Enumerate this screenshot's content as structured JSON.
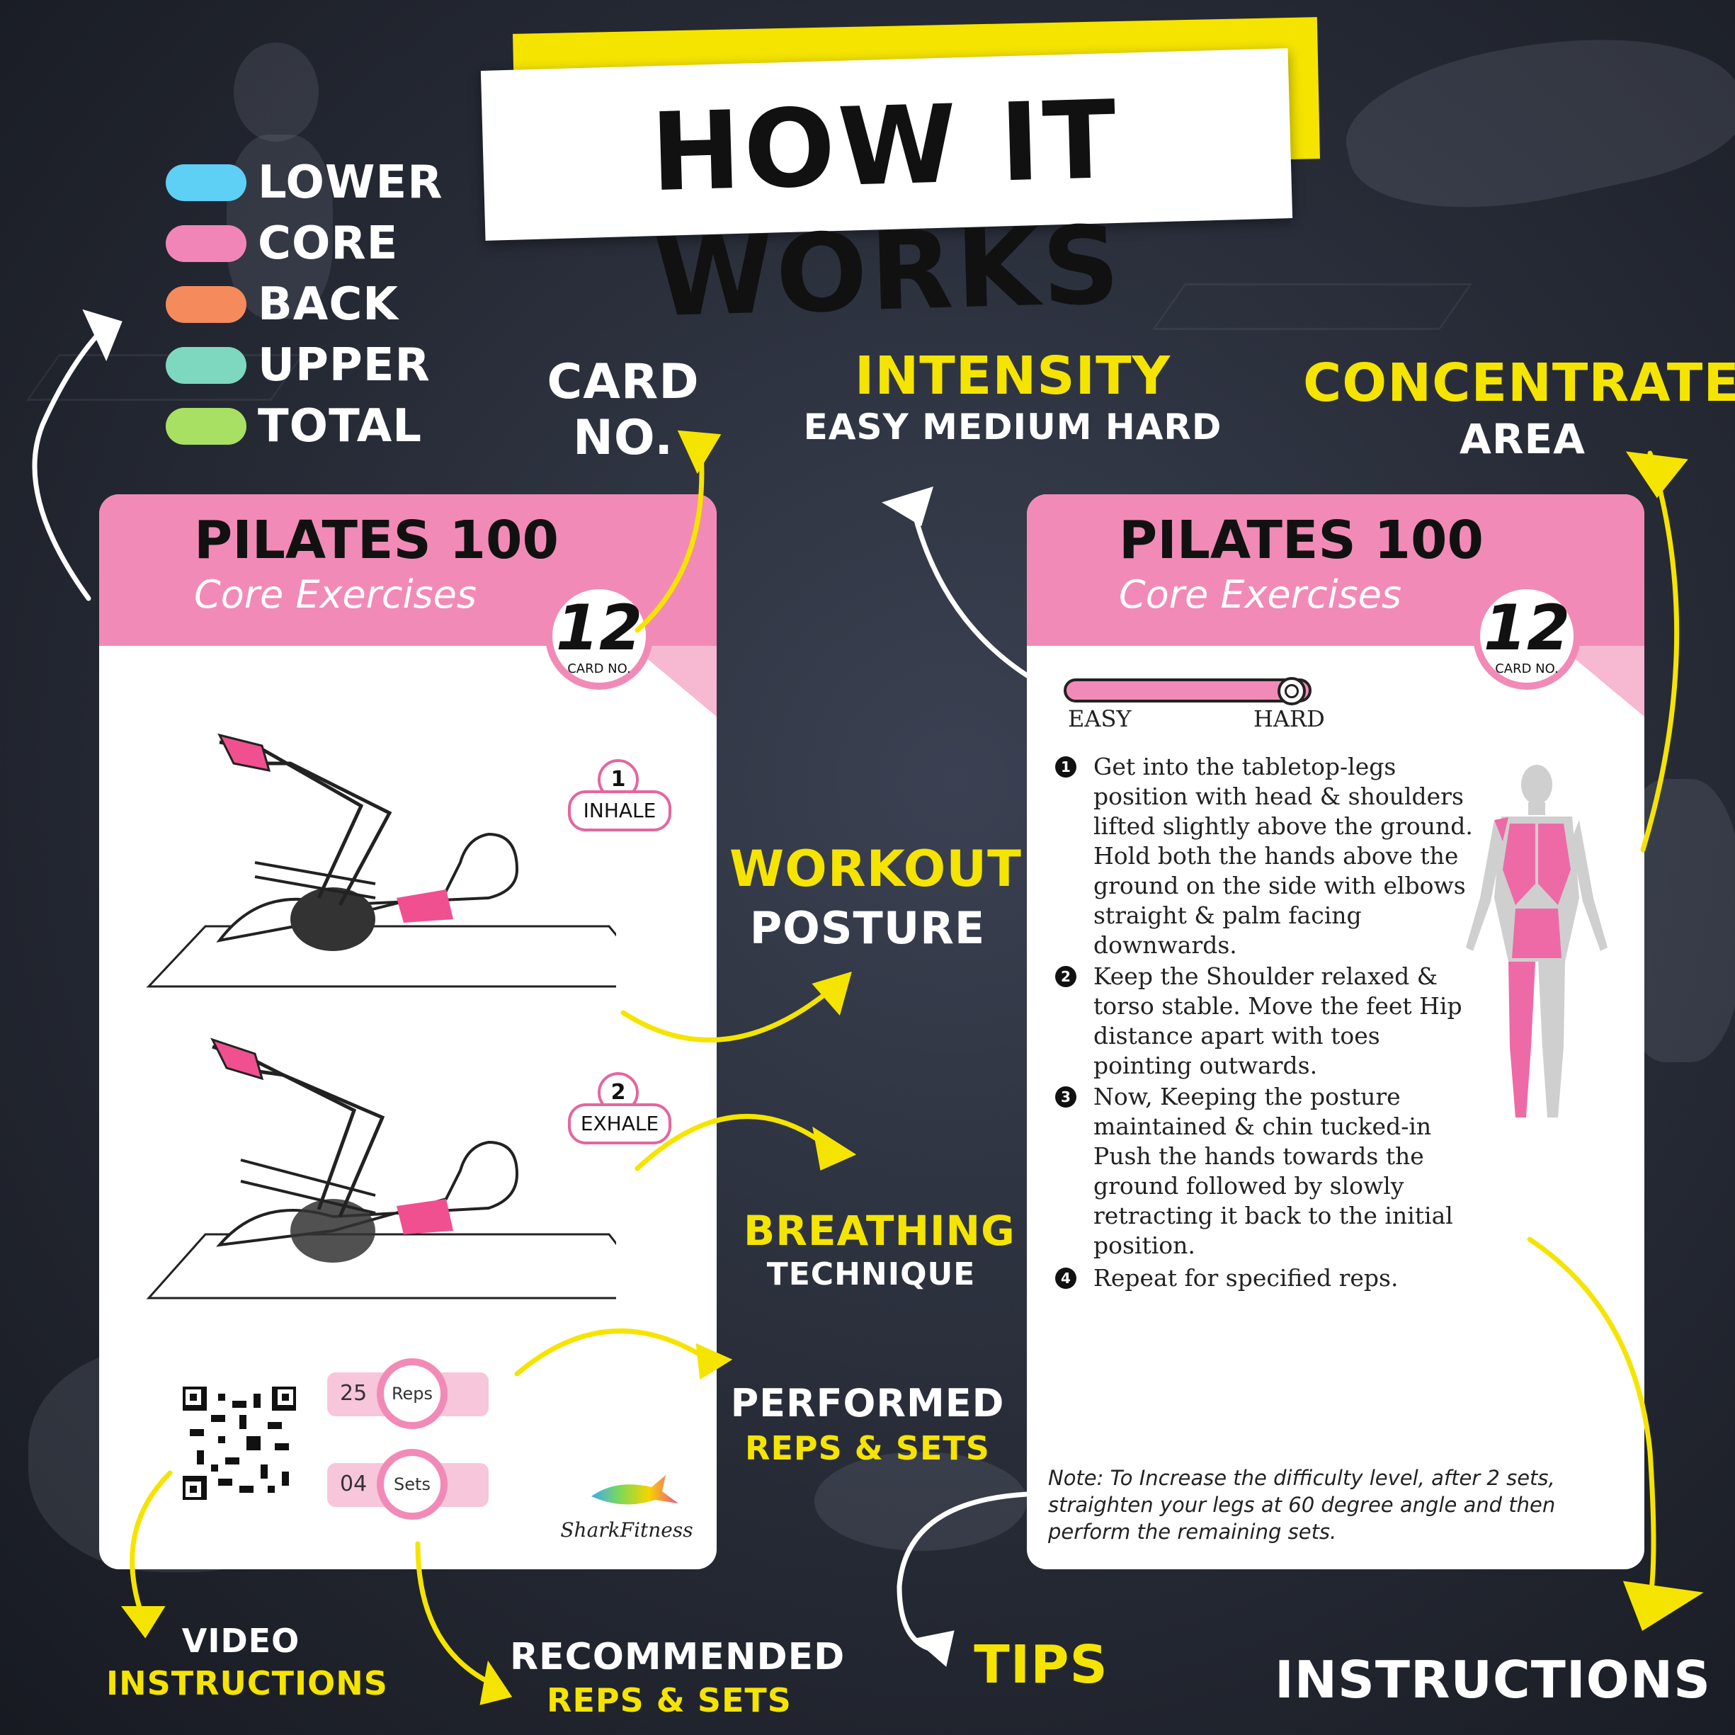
{
  "title": "HOW IT WORKS",
  "legend": [
    {
      "label": "LOWER",
      "color": "#5ecff5"
    },
    {
      "label": "CORE",
      "color": "#f285b8"
    },
    {
      "label": "BACK",
      "color": "#f58a5c"
    },
    {
      "label": "UPPER",
      "color": "#7dd8bf"
    },
    {
      "label": "TOTAL",
      "color": "#a8e063"
    }
  ],
  "colors": {
    "accent": "#f28ab7",
    "highlight": "#f5e400"
  },
  "annotations": {
    "card_no": "CARD NO.",
    "intensity": "INTENSITY",
    "intensity_levels": "EASY MEDIUM HARD",
    "concentrated": "CONCENTRATED",
    "area": "AREA",
    "workout": "WORKOUT",
    "posture": "POSTURE",
    "breathing": "BREATHING",
    "technique": "TECHNIQUE",
    "performed": "PERFORMED",
    "performed_reps_sets": "REPS & SETS",
    "video": "VIDEO",
    "instructions_video": "INSTRUCTIONS",
    "recommended": "RECOMMENDED",
    "recommended_reps_sets": "REPS & SETS",
    "tips": "TIPS",
    "instructions": "INSTRUCTIONS"
  },
  "card": {
    "title": "PILATES 100",
    "subtitle": "Core Exercises",
    "number": "12",
    "number_label": "CARD NO."
  },
  "front": {
    "steps": [
      {
        "num": "1",
        "label": "INHALE"
      },
      {
        "num": "2",
        "label": "EXHALE"
      }
    ],
    "reps": {
      "value": "25",
      "label": "Reps"
    },
    "sets": {
      "value": "04",
      "label": "Sets"
    },
    "brand": "SharkFitness",
    "qr_icon": "qr-code-icon"
  },
  "back": {
    "easy_label": "EASY",
    "hard_label": "HARD",
    "intensity_level": 0.95,
    "instructions": [
      {
        "num": "1",
        "text": "Get into the tabletop-legs position with head & shoulders lifted slightly above the ground. Hold both the hands above the ground on the side with elbows straight & palm facing downwards."
      },
      {
        "num": "2",
        "text": "Keep the Shoulder relaxed & torso stable. Move the feet Hip distance apart with toes pointing outwards."
      },
      {
        "num": "3",
        "text": "Now, Keeping the posture maintained & chin tucked-in Push the hands towards the ground followed by slowly retracting it back to the initial position."
      },
      {
        "num": "4",
        "text": "Repeat for specified reps."
      }
    ],
    "note": "Note: To Increase the difficulty level, after 2 sets, straighten your legs at 60 degree angle and then perform the remaining sets.",
    "body_icon": "muscle-body-icon"
  }
}
